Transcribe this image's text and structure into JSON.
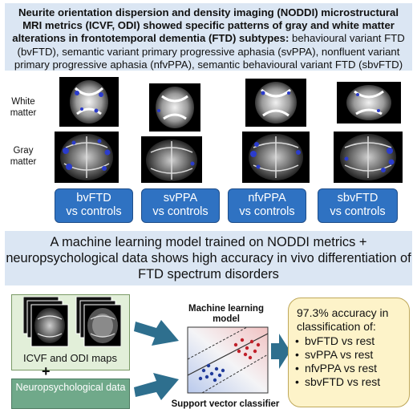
{
  "top_banner": {
    "bold": "Neurite orientation dispersion and density imaging (NODDI) microstructural MRI metrics (ICVF, ODI) showed specific patterns of gray and white matter alterations in frontotemporal dementia (FTD) subtypes:",
    "rest": " behavioural variant FTD (bvFTD), semantic variant primary progressive aphasia (svPPA), nonfluent variant primary progressive aphasia (nfvPPA), semantic behavioural variant FTD (sbvFTD)"
  },
  "row_labels": {
    "white": "White matter",
    "gray": "Gray matter"
  },
  "groups": [
    {
      "line1": "bvFTD",
      "line2": "vs controls"
    },
    {
      "line1": "svPPA",
      "line2": "vs controls"
    },
    {
      "line1": "nfvPPA",
      "line2": "vs controls"
    },
    {
      "line1": "sbvFTD",
      "line2": "vs controls"
    }
  ],
  "mid_banner": "A machine learning model trained on NODDI metrics + neuropsychological data shows high accuracy in vivo differentiation of FTD spectrum disorders",
  "inputs": {
    "maps_label": "ICVF and ODI maps",
    "plus": "+",
    "neuro_label": "Neuropsychological data"
  },
  "model": {
    "title": "Machine learning model",
    "caption": "Support vector classifier"
  },
  "result": {
    "heading": "97.3% accuracy in classification of:",
    "items": [
      "bvFTD vs rest",
      "svPPA vs rest",
      "nfvPPA vs rest",
      "sbvFTD vs rest"
    ]
  },
  "colors": {
    "banner": "#dbe6f3",
    "button": "#2f72c2",
    "arrow": "#2e6f8e",
    "maps": "#e2efd9",
    "neuro": "#70a98a",
    "result": "#fdf3c9"
  }
}
